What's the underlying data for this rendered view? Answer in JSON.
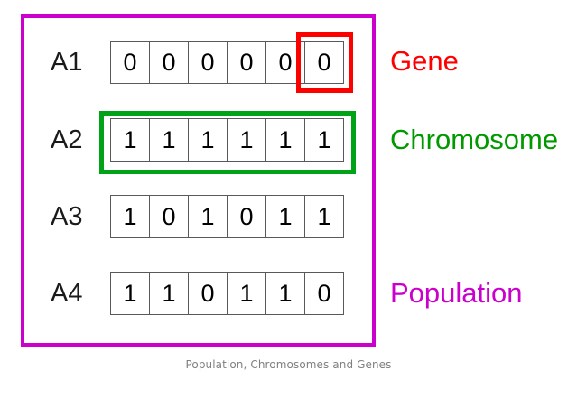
{
  "figure": {
    "caption": "Population, Chromosomes and Genes",
    "colors": {
      "population_frame": "#cc00cc",
      "gene_highlight": "#ff0000",
      "chromosome_highlight": "#00a317",
      "cell_border": "#595959",
      "cell_text": "#000000",
      "row_label": "#1a1a1a",
      "caption_text": "#808080",
      "background": "#ffffff"
    }
  },
  "rows": [
    {
      "label": "A1",
      "genes": [
        "0",
        "0",
        "0",
        "0",
        "0",
        "0"
      ]
    },
    {
      "label": "A2",
      "genes": [
        "1",
        "1",
        "1",
        "1",
        "1",
        "1"
      ]
    },
    {
      "label": "A3",
      "genes": [
        "1",
        "0",
        "1",
        "0",
        "1",
        "1"
      ]
    },
    {
      "label": "A4",
      "genes": [
        "1",
        "1",
        "0",
        "1",
        "1",
        "0"
      ]
    }
  ],
  "legend": {
    "gene": "Gene",
    "chromosome": "Chromosome",
    "population": "Population"
  }
}
